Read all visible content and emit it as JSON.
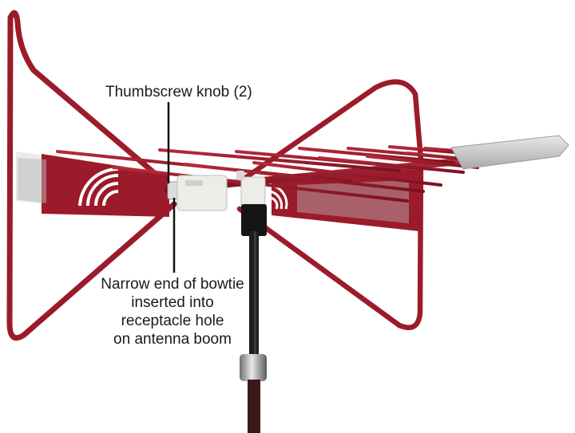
{
  "annotations": {
    "thumbscrew_label": "Thumbscrew knob (2)",
    "bowtie_label_lines": [
      "Narrow end of bowtie",
      "inserted into",
      "receptacle hole",
      "on antenna boom"
    ]
  },
  "colors": {
    "antenna_red": "#9b1b2a",
    "antenna_red_dark": "#6e0f1b",
    "mount_black": "#151515",
    "housing_white": "#ecece8",
    "pointer_line": "#111111"
  }
}
